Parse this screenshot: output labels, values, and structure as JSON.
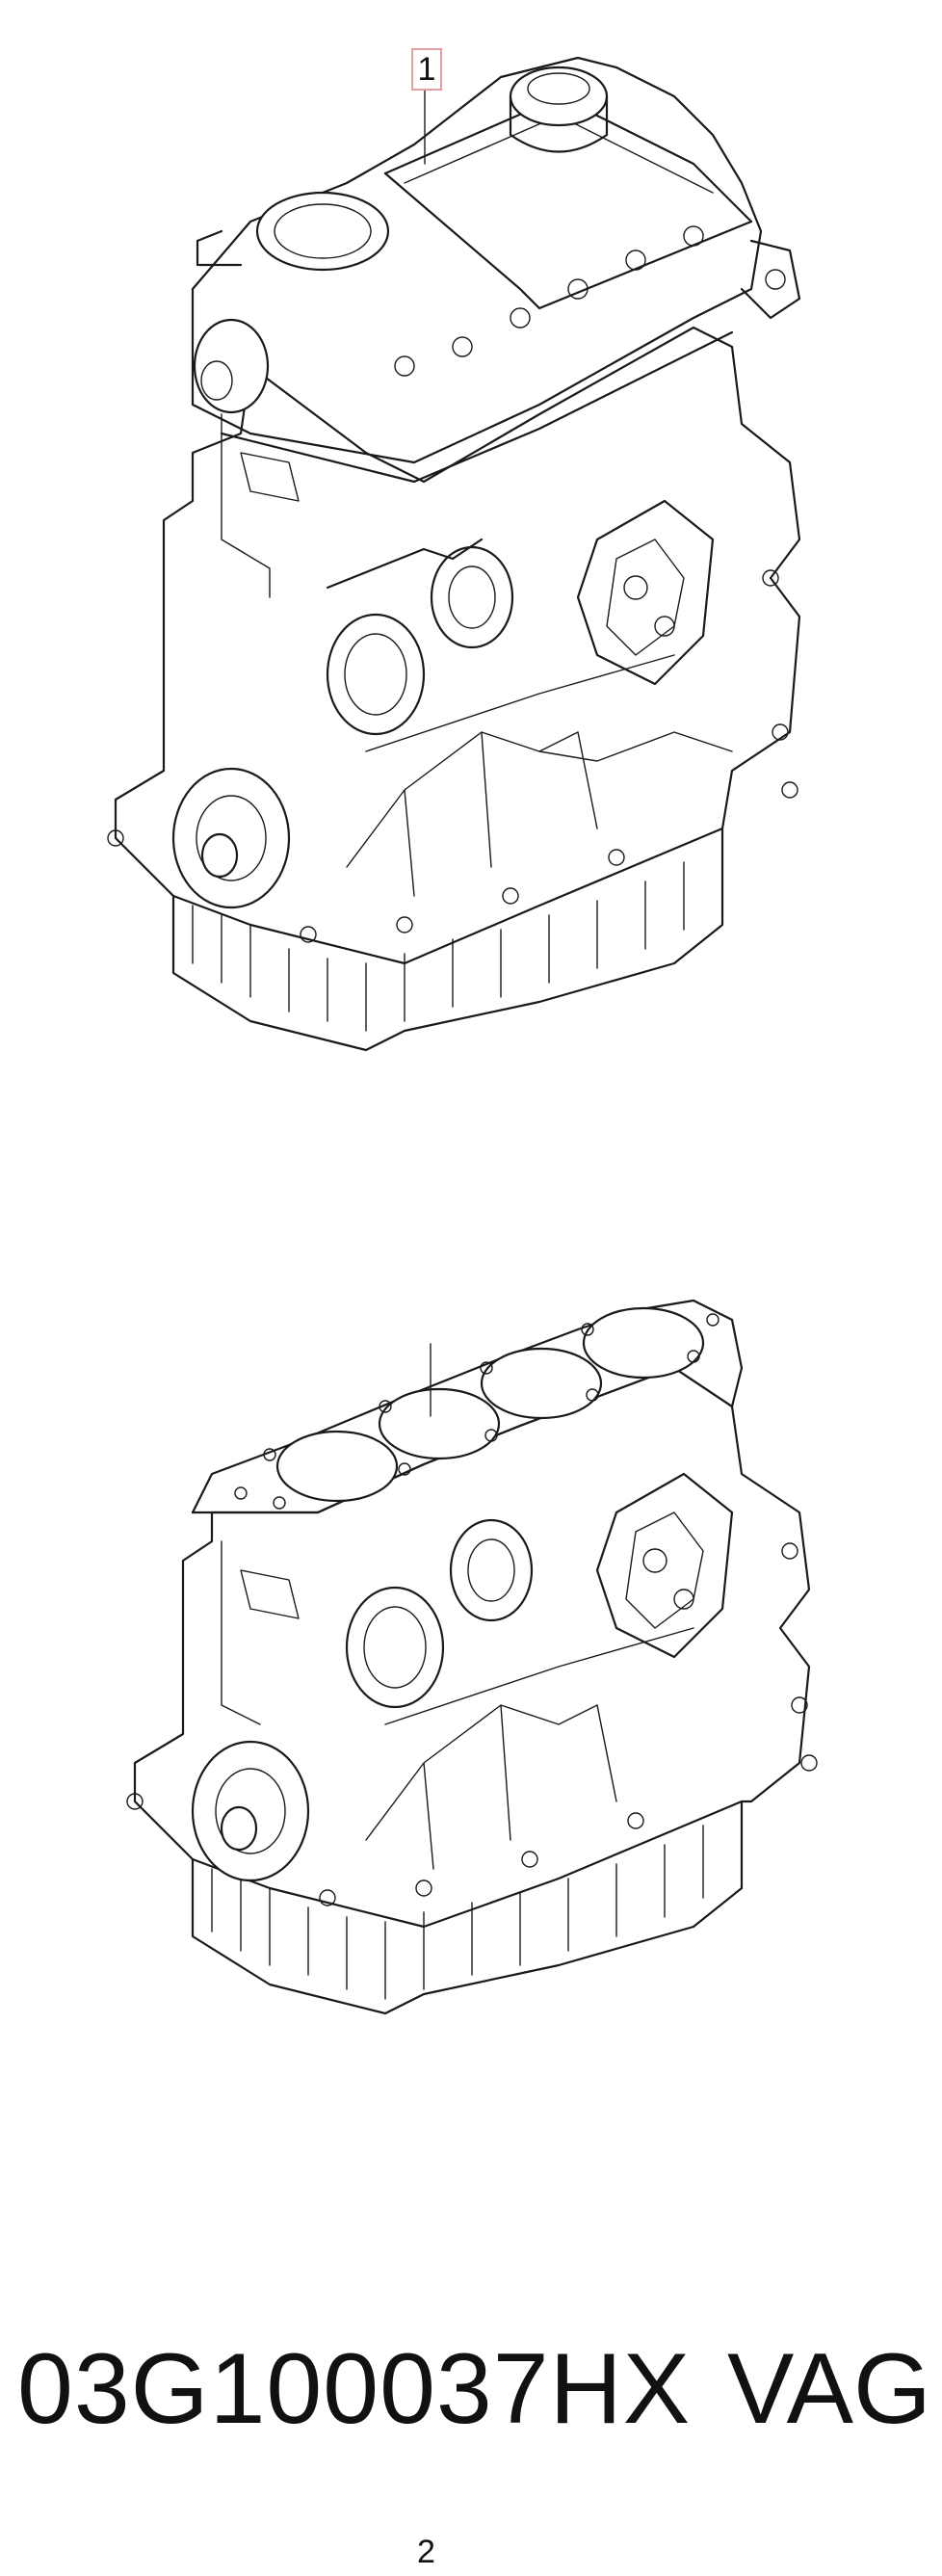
{
  "diagram": {
    "items": [
      {
        "callout": "1",
        "highlighted": true
      },
      {
        "callout": "2",
        "highlighted": false
      }
    ]
  },
  "footer": {
    "part_number": "03G100037HX",
    "brand": "VAG"
  },
  "colors": {
    "line": "#1a1a1a",
    "callout_highlight_border": "#e0a0a0",
    "background": "#ffffff"
  }
}
